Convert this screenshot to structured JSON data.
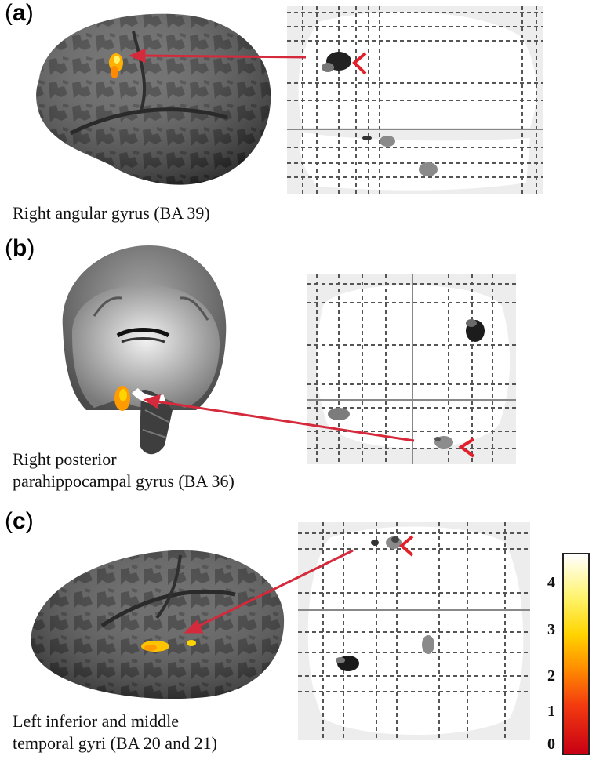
{
  "panels": [
    {
      "id": "a",
      "letter": "a",
      "caption": "Right angular gyrus (BA 39)"
    },
    {
      "id": "b",
      "letter": "b",
      "caption": "Right posterior\nparahippocampal gyrus (BA 36)"
    },
    {
      "id": "c",
      "letter": "c",
      "caption": "Left inferior and middle\ntemporal gyri (BA 20 and 21)"
    }
  ],
  "colorbar": {
    "ticks": [
      "4",
      "3",
      "2",
      "1",
      "0"
    ],
    "colors": [
      "#ffffff",
      "#ffd400",
      "#ff8a00",
      "#f23a10",
      "#c80014"
    ]
  },
  "colors": {
    "arrow": "#d42a3c",
    "marker": "#e0202a",
    "activation": "#ffb000"
  }
}
